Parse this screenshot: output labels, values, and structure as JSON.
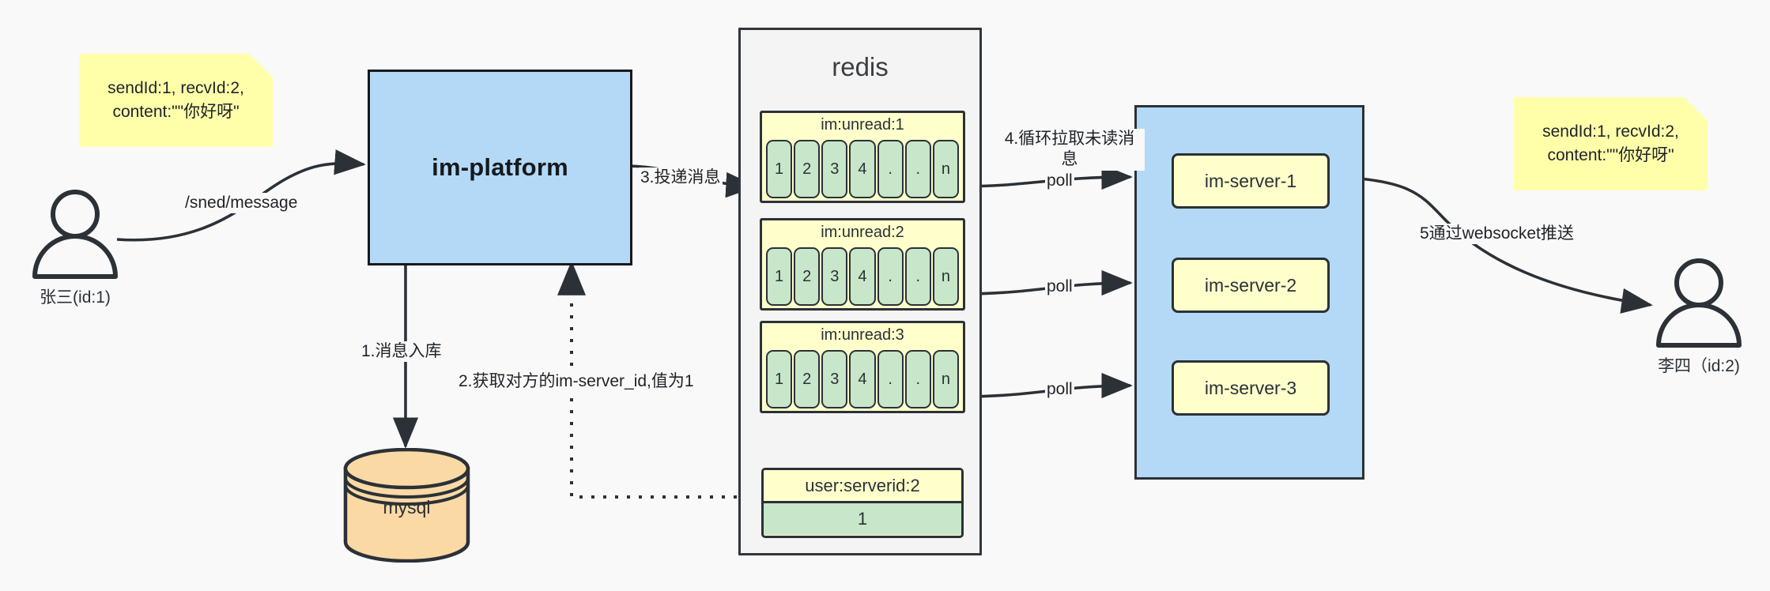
{
  "diagram": {
    "title": "IM message delivery architecture",
    "colors": {
      "note_bg": "#ffffaa",
      "blue_box": "#b3d9f7",
      "yellow_box": "#ffffcc",
      "green_cell": "#c8e6c9",
      "mysql_fill": "#fbd9a5",
      "stroke": "#2b3137",
      "canvas": "#f9f9f9"
    }
  },
  "notes": {
    "left": "sendId:1,\nrecvId:2,\ncontent:\"\"你好呀\"",
    "right": "sendId:1,\nrecvId:2,\ncontent:\"\"你好呀\""
  },
  "actors": {
    "sender": {
      "name": "张三(id:1)",
      "icon": "person-icon"
    },
    "receiver": {
      "name": "李四（id:2)",
      "icon": "person-icon"
    }
  },
  "platform": {
    "label": "im-platform"
  },
  "database": {
    "label": "mysql",
    "icon": "database-cylinder-icon"
  },
  "redis": {
    "title": "redis",
    "unread_lists": [
      {
        "key": "im:unread:1",
        "cells": [
          "1",
          "2",
          "3",
          "4",
          ".",
          ".",
          "n"
        ]
      },
      {
        "key": "im:unread:2",
        "cells": [
          "1",
          "2",
          "3",
          "4",
          ".",
          ".",
          "n"
        ]
      },
      {
        "key": "im:unread:3",
        "cells": [
          "1",
          "2",
          "3",
          "4",
          ".",
          ".",
          "n"
        ]
      }
    ],
    "kv": {
      "key": "user:serverid:2",
      "value": "1"
    }
  },
  "server_cluster": {
    "servers": [
      {
        "label": "im-server-1"
      },
      {
        "label": "im-server-2"
      },
      {
        "label": "im-server-3"
      }
    ]
  },
  "edge_labels": {
    "send_message": "/sned/message",
    "step1": "1.消息入库",
    "step2": "2.获取对方的im-server_id,值为1",
    "step3": "3.投递消息",
    "step4": "4.循环拉取未读消\n息",
    "poll1": "poll",
    "poll2": "poll",
    "poll3": "poll",
    "step5": "5通过websocket推送"
  }
}
